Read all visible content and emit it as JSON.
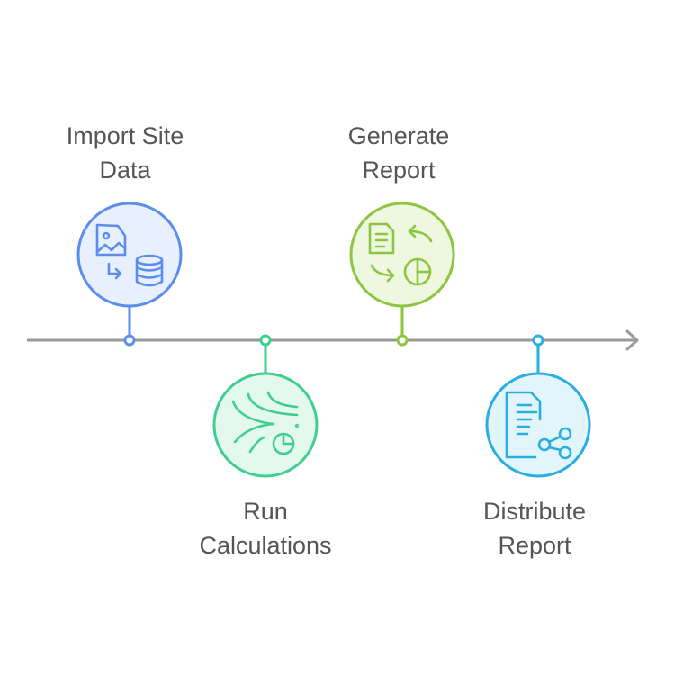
{
  "diagram": {
    "type": "timeline",
    "steps": [
      {
        "id": "import",
        "title_line1": "Import Site",
        "title_line2": "Data",
        "side": "above",
        "color": "#5b8def",
        "fill": "#e8f0fd",
        "icon": "image-to-database-icon"
      },
      {
        "id": "calc",
        "title_line1": "Run",
        "title_line2": "Calculations",
        "side": "below",
        "color": "#3ecf8e",
        "fill": "#e3f9ee",
        "icon": "flow-to-chart-icon"
      },
      {
        "id": "report",
        "title_line1": "Generate",
        "title_line2": "Report",
        "side": "above",
        "color": "#8cc640",
        "fill": "#eef8e0",
        "icon": "document-exchange-chart-icon"
      },
      {
        "id": "distribute",
        "title_line1": "Distribute",
        "title_line2": "Report",
        "side": "below",
        "color": "#29aee0",
        "fill": "#e3f5fc",
        "icon": "document-share-icon"
      }
    ],
    "axis_color": "#999999"
  }
}
